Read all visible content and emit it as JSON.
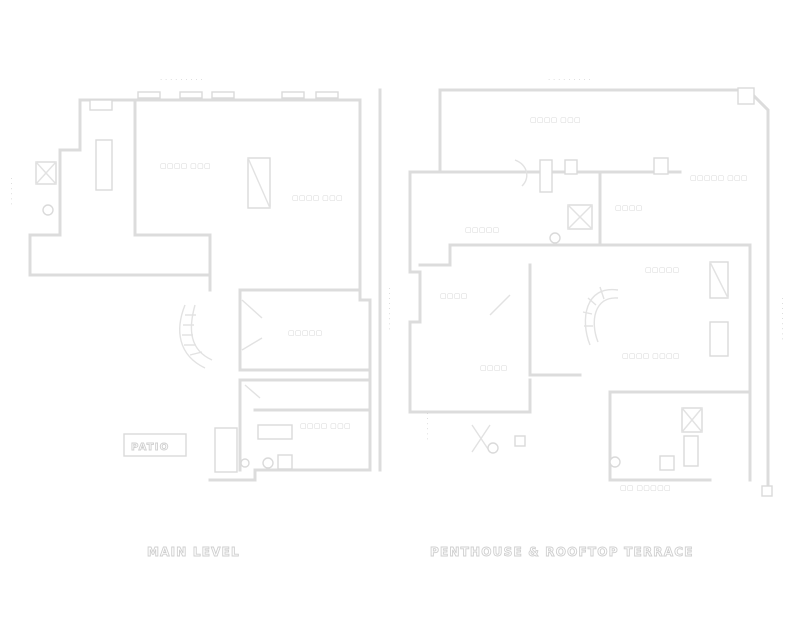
{
  "floors": {
    "left_title": "MAIN LEVEL",
    "right_title": "PENTHOUSE & ROOFTOP TERRACE"
  },
  "labels": {
    "patio": "PATIO"
  },
  "colors": {
    "background": "#ffffff",
    "line": "#dcdcdc"
  }
}
